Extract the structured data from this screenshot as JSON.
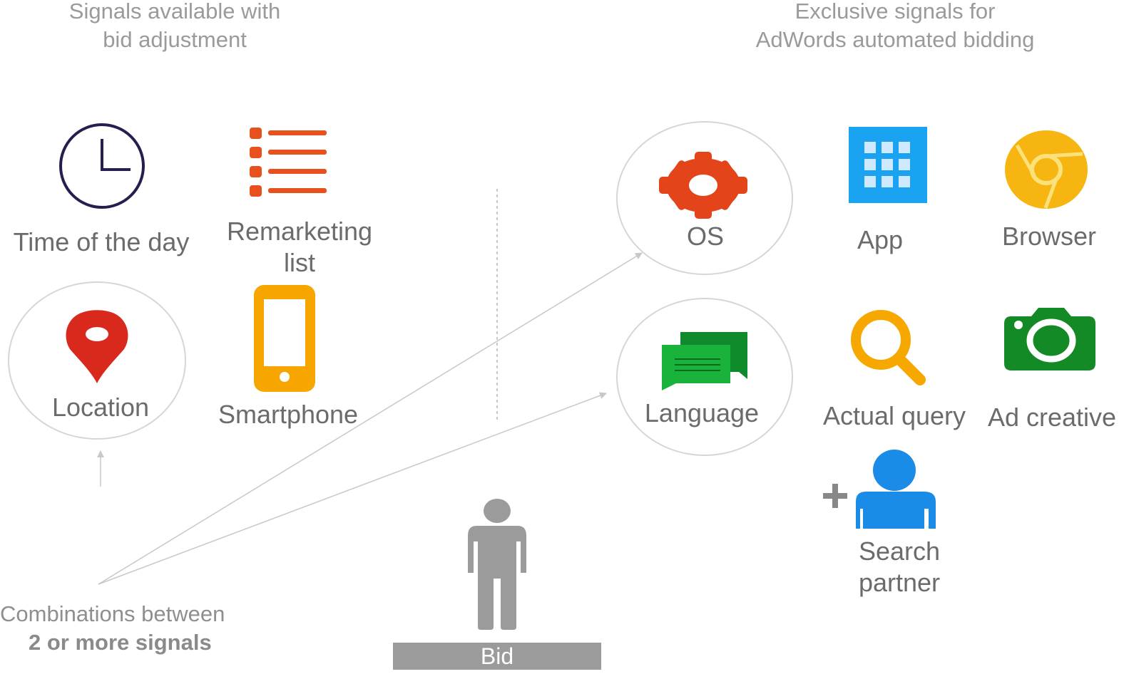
{
  "headings": {
    "left_line1": "Signals available with",
    "left_line2": "bid adjustment",
    "right_line1": "Exclusive signals for",
    "right_line2": "AdWords automated bidding"
  },
  "signals": {
    "time_of_day": {
      "label": "Time of the day",
      "icon": "clock-icon",
      "color": "#23204f"
    },
    "remarketing": {
      "label_line1": "Remarketing",
      "label_line2": "list",
      "icon": "list-icon",
      "color": "#e8501e"
    },
    "location": {
      "label": "Location",
      "icon": "map-pin-icon",
      "color": "#d9291c"
    },
    "smartphone": {
      "label": "Smartphone",
      "icon": "smartphone-icon",
      "color": "#f7a600"
    },
    "os": {
      "label": "OS",
      "icon": "gear-icon",
      "color": "#e4441a"
    },
    "app": {
      "label": "App",
      "icon": "app-grid-icon",
      "color": "#1aa3f0"
    },
    "browser": {
      "label": "Browser",
      "icon": "browser-icon",
      "color": "#f7b512"
    },
    "language": {
      "label": "Language",
      "icon": "chat-bubbles-icon",
      "color": "#19a33a"
    },
    "actual_query": {
      "label": "Actual query",
      "icon": "magnifier-icon",
      "color": "#f6a800"
    },
    "ad_creative": {
      "label": "Ad creative",
      "icon": "camera-icon",
      "color": "#138a26"
    },
    "search_partner": {
      "label_line1": "Search",
      "label_line2": "partner",
      "icon": "add-person-icon",
      "color": "#1a8ce8"
    }
  },
  "combinations": {
    "line1": "Combinations between",
    "line2": "2 or more signals"
  },
  "bid": {
    "label": "Bid",
    "icon": "person-icon",
    "color": "#9b9b9b"
  }
}
